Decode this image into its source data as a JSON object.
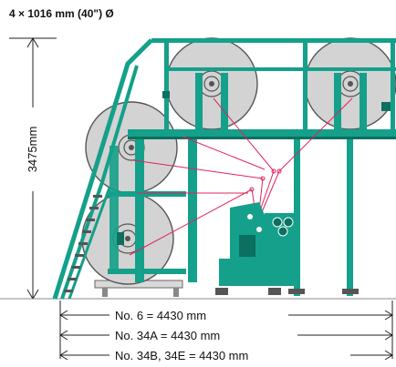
{
  "title": "4 × 1016 mm (40\") Ø",
  "height_label": "3475mm",
  "dimensions": [
    "No. 6 = 4430 mm",
    "No. 34A = 4430 mm",
    "No. 34B, 34E = 4430 mm"
  ],
  "colors": {
    "machine_green": "#14a08a",
    "roll_grey": "#d3d3d3",
    "thread_pink": "#e0245e",
    "line_dark": "#222222"
  }
}
